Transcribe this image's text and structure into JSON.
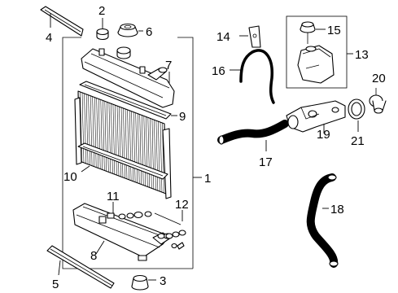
{
  "callouts": {
    "c1": "1",
    "c2": "2",
    "c3": "3",
    "c4": "4",
    "c5": "5",
    "c6": "6",
    "c7": "7",
    "c8": "8",
    "c9": "9",
    "c10": "10",
    "c11": "11",
    "c12": "12",
    "c13": "13",
    "c14": "14",
    "c15": "15",
    "c16": "16",
    "c17": "17",
    "c18": "18",
    "c19": "19",
    "c20": "20",
    "c21": "21"
  },
  "parts": [
    {
      "callout": "1",
      "name": "radiator-assembly"
    },
    {
      "callout": "2",
      "name": "drain-cock-plug"
    },
    {
      "callout": "3",
      "name": "lower-mount-cushion"
    },
    {
      "callout": "4",
      "name": "upper-seal-strip"
    },
    {
      "callout": "5",
      "name": "lower-seal-strip"
    },
    {
      "callout": "6",
      "name": "radiator-cap"
    },
    {
      "callout": "7",
      "name": "upper-tank"
    },
    {
      "callout": "8",
      "name": "lower-tank"
    },
    {
      "callout": "9",
      "name": "upper-tank-gasket"
    },
    {
      "callout": "10",
      "name": "lower-tank-gasket"
    },
    {
      "callout": "11",
      "name": "drain-plug-assembly"
    },
    {
      "callout": "12",
      "name": "oil-cooler-fittings"
    },
    {
      "callout": "13",
      "name": "reservoir-assembly"
    },
    {
      "callout": "14",
      "name": "reservoir-bracket"
    },
    {
      "callout": "15",
      "name": "reservoir-cap"
    },
    {
      "callout": "16",
      "name": "overflow-hose"
    },
    {
      "callout": "17",
      "name": "upper-radiator-hose"
    },
    {
      "callout": "18",
      "name": "lower-radiator-hose"
    },
    {
      "callout": "19",
      "name": "water-outlet"
    },
    {
      "callout": "20",
      "name": "thermostat"
    },
    {
      "callout": "21",
      "name": "thermostat-gasket"
    }
  ]
}
